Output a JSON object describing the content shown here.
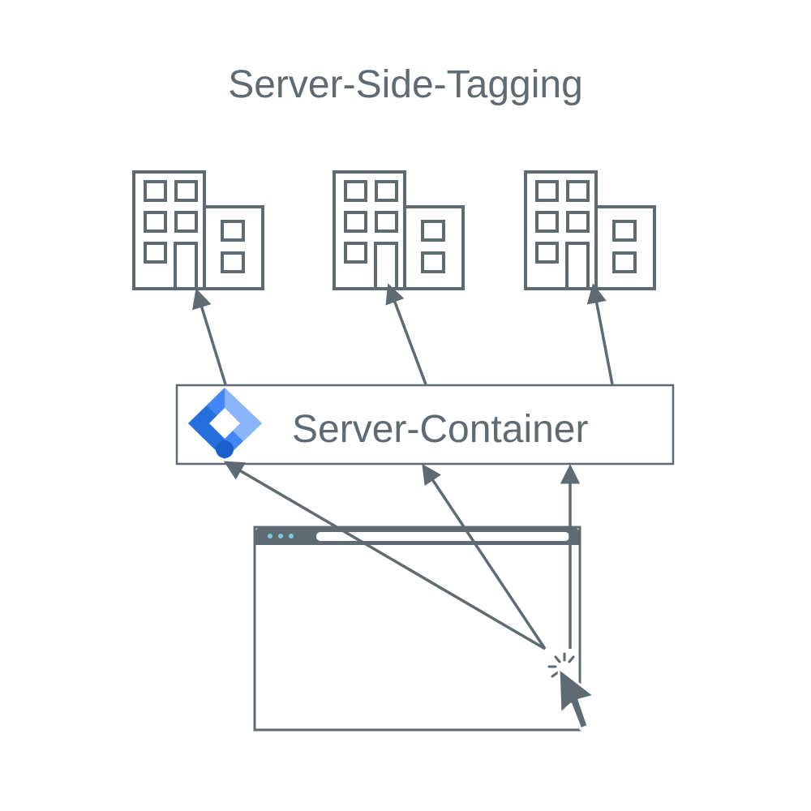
{
  "title": "Server-Side-Tagging",
  "container": {
    "label": "Server-Container",
    "logo": "google-tag-manager-logo"
  },
  "buildings": [
    {
      "icon": "office-building-icon"
    },
    {
      "icon": "office-building-icon"
    },
    {
      "icon": "office-building-icon"
    }
  ],
  "browser": {
    "icon": "browser-window-icon",
    "cursor": "mouse-pointer-click-icon"
  },
  "colors": {
    "stroke": "#5f6b73",
    "text": "#5f6b73",
    "gtm_blue_dark": "#246fdb",
    "gtm_blue_mid": "#4285f4",
    "gtm_blue_light": "#8ab4f8",
    "browser_dots": "#7ec8e3"
  }
}
